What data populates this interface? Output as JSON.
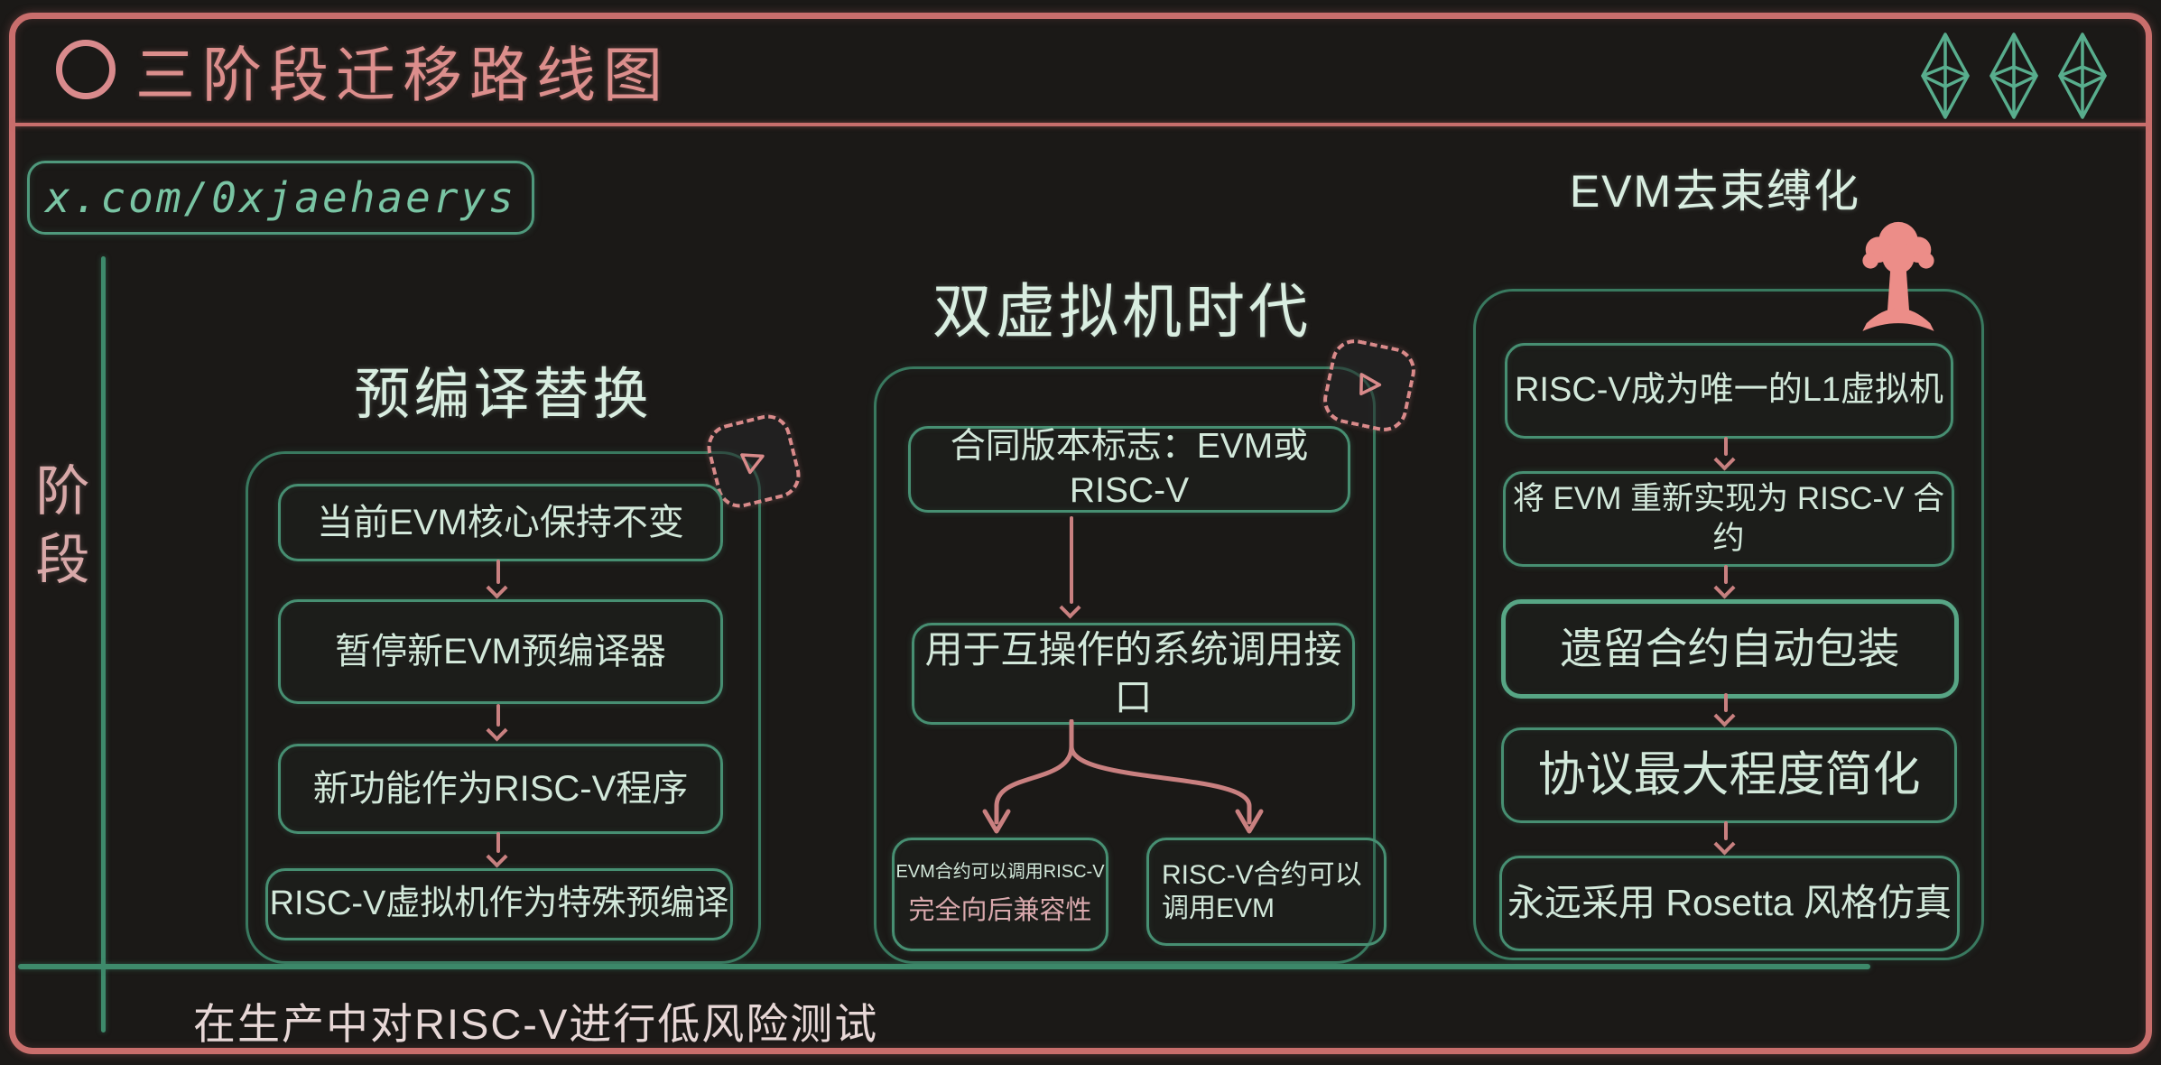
{
  "title": {
    "text": "三阶段迁移路线图"
  },
  "handle": {
    "text": "x.com/0xjaehaerys"
  },
  "axis": {
    "y_label": "阶段",
    "x_caption": "在生产中对RISC-V进行低风险测试"
  },
  "phase1": {
    "heading": "预编译替换",
    "step1": "当前EVM核心保持不变",
    "step2": "暂停新EVM预编译器",
    "step3": "新功能作为RISC-V程序",
    "step4": "RISC-V虚拟机作为特殊预编译"
  },
  "phase2": {
    "heading": "双虚拟机时代",
    "step1": "合同版本标志：EVM或RISC-V",
    "step2": "用于互操作的系统调用接口",
    "branch_left_title": "EVM合约可以调用RISC-V",
    "branch_left_subtitle": "完全向后兼容性",
    "branch_right_title": "RISC-V合约可以调用EVM"
  },
  "phase3": {
    "heading": "EVM去束缚化",
    "step1": "RISC-V成为唯一的L1虚拟机",
    "step2": "将 EVM 重新实现为 RISC-V 合约",
    "step3": "遗留合约自动包装",
    "step4": "协议最大程度简化",
    "step5": "永远采用 Rosetta 风格仿真"
  },
  "icons": {
    "title_marker": "circle-outline",
    "eth": "ethereum-diamond",
    "dice": "dashed-dice",
    "explosion": "mushroom-cloud"
  },
  "colors": {
    "background": "#1b1917",
    "frame": "#c96e6c",
    "title": "#dc8e8c",
    "teal_border": "#478f72",
    "box_text": "#d2e8da",
    "handle_text": "#79c4a3",
    "arrow": "#c98080",
    "axis": "#3e8a6b",
    "pink_text": "#d9a9ad",
    "caption": "#e7d7d6"
  }
}
